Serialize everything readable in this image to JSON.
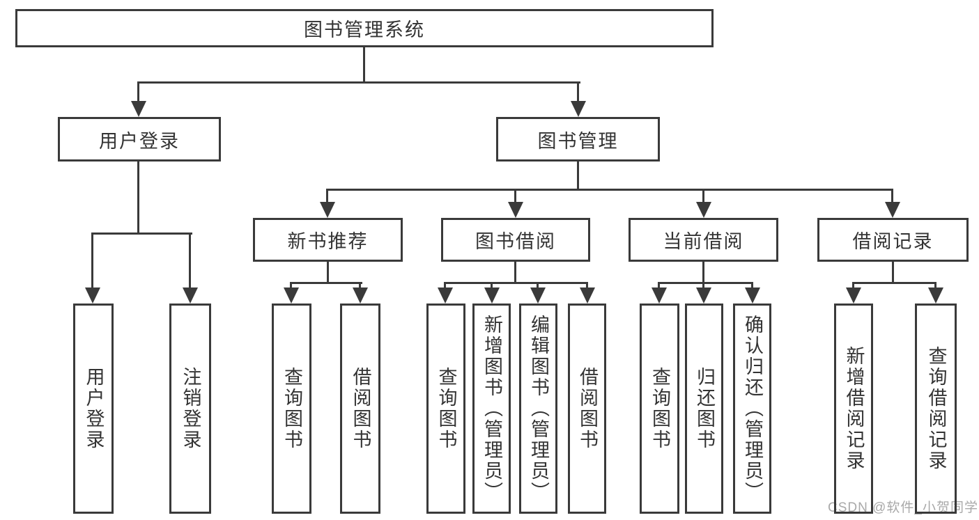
{
  "tree": {
    "root": {
      "label": "图书管理系统",
      "children": [
        {
          "label": "用户登录",
          "children": [
            {
              "label": "用户登录"
            },
            {
              "label": "注销登录"
            }
          ]
        },
        {
          "label": "图书管理",
          "children": [
            {
              "label": "新书推荐",
              "children": [
                {
                  "label": "查询图书"
                },
                {
                  "label": "借阅图书"
                }
              ]
            },
            {
              "label": "图书借阅",
              "children": [
                {
                  "label": "查询图书"
                },
                {
                  "label": "新增图书（管理员）"
                },
                {
                  "label": "编辑图书（管理员）"
                },
                {
                  "label": "借阅图书"
                }
              ]
            },
            {
              "label": "当前借阅",
              "children": [
                {
                  "label": "查询图书"
                },
                {
                  "label": "归还图书"
                },
                {
                  "label": "确认归还（管理员）"
                }
              ]
            },
            {
              "label": "借阅记录",
              "children": [
                {
                  "label": "新增借阅记录"
                },
                {
                  "label": "查询借阅记录"
                }
              ]
            }
          ]
        }
      ]
    }
  },
  "watermark": {
    "label": "CSDN @软件_小贺同学"
  },
  "colors": {
    "line": "#3a3a3a",
    "text": "#333333",
    "watermark": "#a9a9a9",
    "background": "#ffffff"
  }
}
